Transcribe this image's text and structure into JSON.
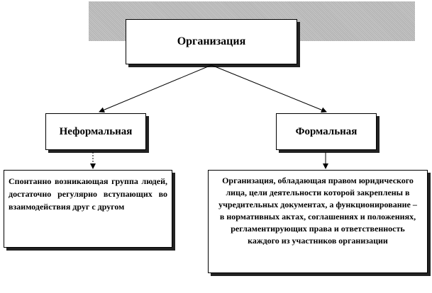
{
  "top": {
    "title": "Организация"
  },
  "informal": {
    "title": "Неформальная",
    "description": "Спонтанно возникающая группа людей, достаточно регулярно вступающих во взаимодействия друг с другом"
  },
  "formal": {
    "title": "Формальная",
    "description": "Организация, обладающая правом юридического лица, цели деятельности которой закреплены в учредительных документах, а функционирование – в нормативных актах, соглашениях и положениях, регламентирующих права и ответственность каждого из участников организации"
  }
}
